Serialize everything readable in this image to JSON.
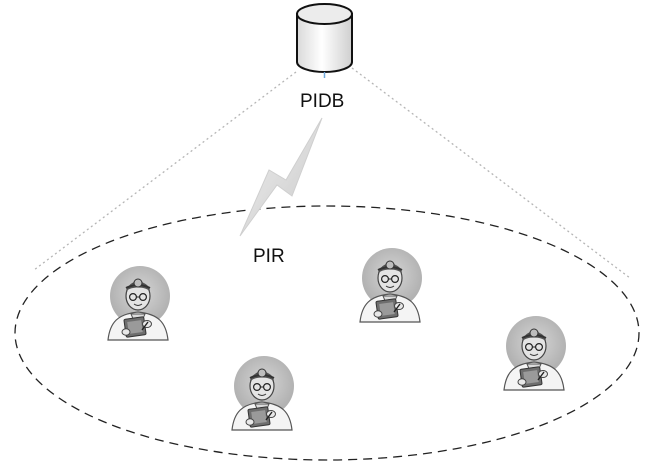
{
  "labels": {
    "database": "PIDB",
    "link": "PIR"
  },
  "nodes": {
    "database_icon": "database-cylinder-icon",
    "user_icon": "doctor-with-clipboard-icon",
    "user_count": 4
  },
  "colors": {
    "cylinder_fill": "#f2f2f2",
    "cylinder_top": "#e6e6e6",
    "dashed_ellipse": "#222222",
    "dotted_cone": "#b5b5b5",
    "lightning": "#d8d8d8"
  }
}
